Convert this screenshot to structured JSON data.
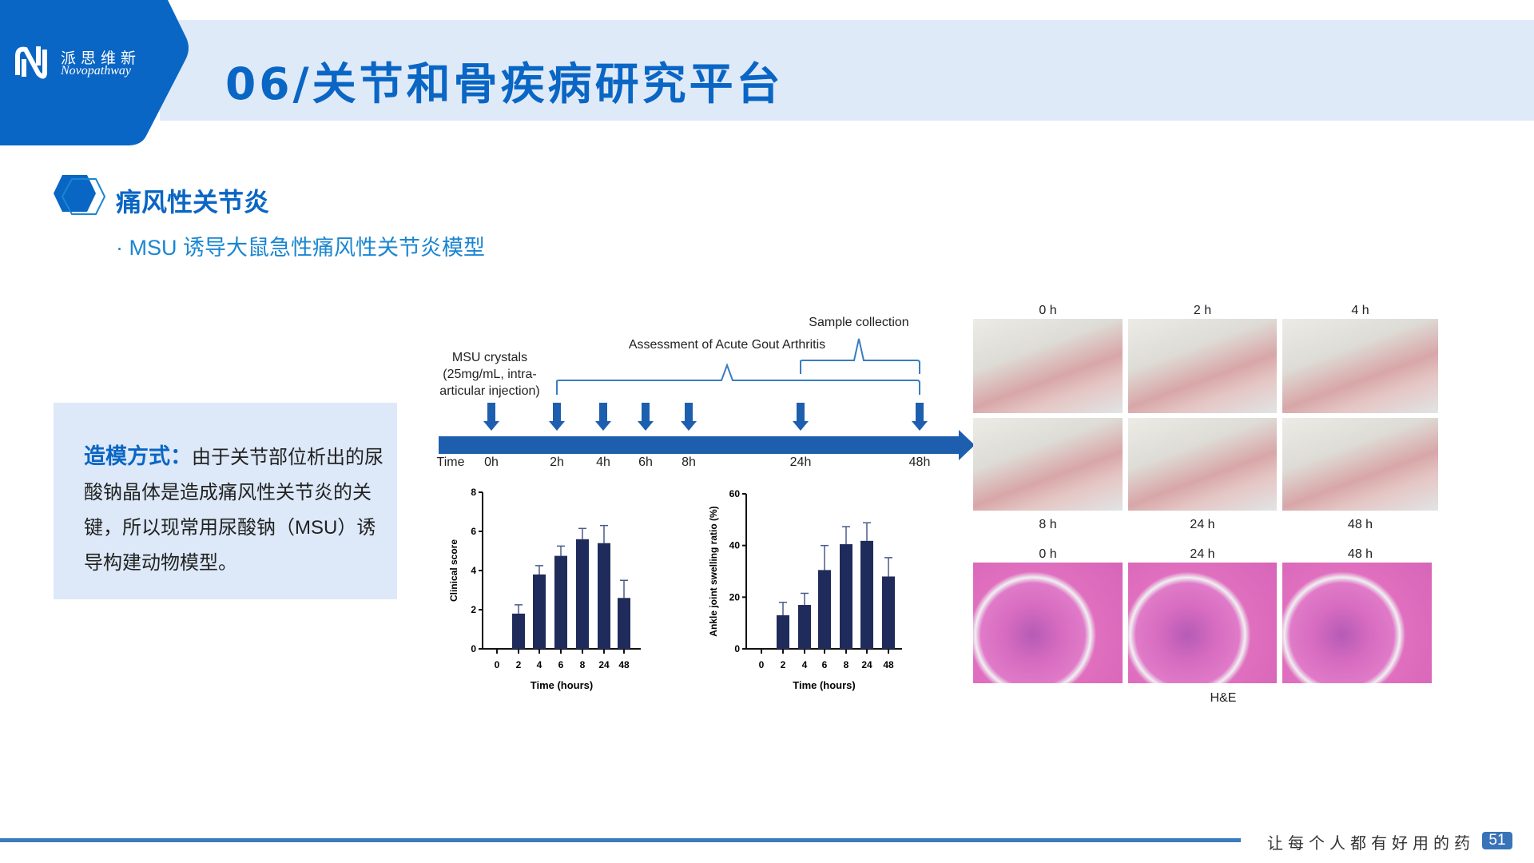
{
  "header": {
    "title": "06/关节和骨疾病研究平台",
    "logo_cn": "派思维新",
    "logo_en": "Novopathway",
    "brand_color": "#0a66c4"
  },
  "section": {
    "heading": "痛风性关节炎",
    "subtitle": "· MSU 诱导大鼠急性痛风性关节炎模型"
  },
  "method": {
    "label": "造模方式：",
    "text": "由于关节部位析出的尿酸钠晶体是造成痛风性关节炎的关键，所以现常用尿酸钠（MSU）诱导构建动物模型。"
  },
  "timeline": {
    "injection": [
      "MSU crystals",
      "(25mg/mL, intra-",
      "articular injection)"
    ],
    "assessment": "Assessment of Acute Gout Arthritis",
    "sample": "Sample collection",
    "time_label": "Time",
    "points": [
      "0h",
      "2h",
      "4h",
      "6h",
      "8h",
      "24h",
      "48h"
    ]
  },
  "chart_data": [
    {
      "type": "bar",
      "title": "",
      "xlabel": "Time (hours)",
      "ylabel": "Clinical score",
      "categories": [
        "0",
        "2",
        "4",
        "6",
        "8",
        "24",
        "48"
      ],
      "values": [
        0,
        1.8,
        3.8,
        4.75,
        5.6,
        5.4,
        2.6
      ],
      "errors": [
        0,
        0.45,
        0.45,
        0.5,
        0.55,
        0.9,
        0.9
      ],
      "ylim": [
        0,
        8
      ],
      "yticks": [
        "0",
        "2",
        "4",
        "6",
        "8"
      ]
    },
    {
      "type": "bar",
      "title": "",
      "xlabel": "Time (hours)",
      "ylabel": "Ankle joint swelling ratio (%)",
      "categories": [
        "0",
        "2",
        "4",
        "6",
        "8",
        "24",
        "48"
      ],
      "values": [
        0,
        13,
        17,
        30.5,
        40.5,
        41.8,
        28
      ],
      "errors": [
        0,
        5,
        4.5,
        9.5,
        6.8,
        7,
        7.3
      ],
      "ylim": [
        0,
        60
      ],
      "yticks": [
        "0",
        "20",
        "40",
        "60"
      ]
    }
  ],
  "photos": {
    "top_labels": [
      "0 h",
      "2 h",
      "4 h"
    ],
    "bottom_labels": [
      "8 h",
      "24 h",
      "48 h"
    ],
    "he_labels": [
      "0 h",
      "24 h",
      "48 h"
    ],
    "he_caption": "H&E"
  },
  "footer": {
    "slogan": "让每个人都有好用的药",
    "page": "51"
  }
}
